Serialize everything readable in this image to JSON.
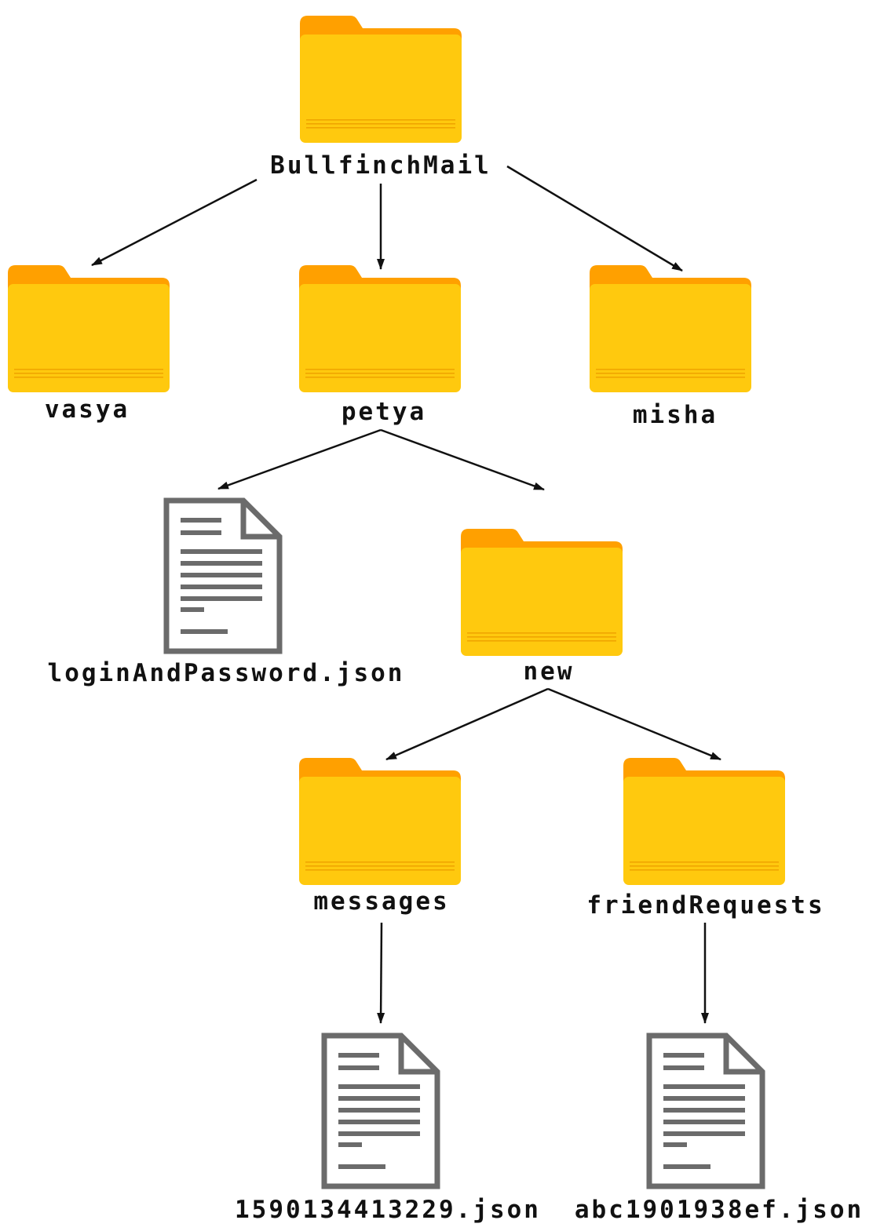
{
  "tree": {
    "root": {
      "name": "BullfinchMail",
      "kind": "folder"
    },
    "level1": [
      {
        "name": "vasya",
        "kind": "folder"
      },
      {
        "name": "petya",
        "kind": "folder"
      },
      {
        "name": "misha",
        "kind": "folder"
      }
    ],
    "petya_children": [
      {
        "name": "loginAndPassword.json",
        "kind": "file"
      },
      {
        "name": "new",
        "kind": "folder"
      }
    ],
    "new_children": [
      {
        "name": "messages",
        "kind": "folder"
      },
      {
        "name": "friendRequests",
        "kind": "folder"
      }
    ],
    "messages_children": [
      {
        "name": "1590134413229.json",
        "kind": "file"
      }
    ],
    "friendRequests_children": [
      {
        "name": "abc1901938ef.json",
        "kind": "file"
      }
    ]
  },
  "icons": {
    "folder": "folder-icon",
    "file": "document-icon"
  },
  "colors": {
    "folder_front": "#FFC90E",
    "folder_back": "#FFA000",
    "folder_lines": "#F0A500",
    "file_stroke": "#6B6B6B",
    "arrow": "#111111",
    "label": "#111111"
  }
}
